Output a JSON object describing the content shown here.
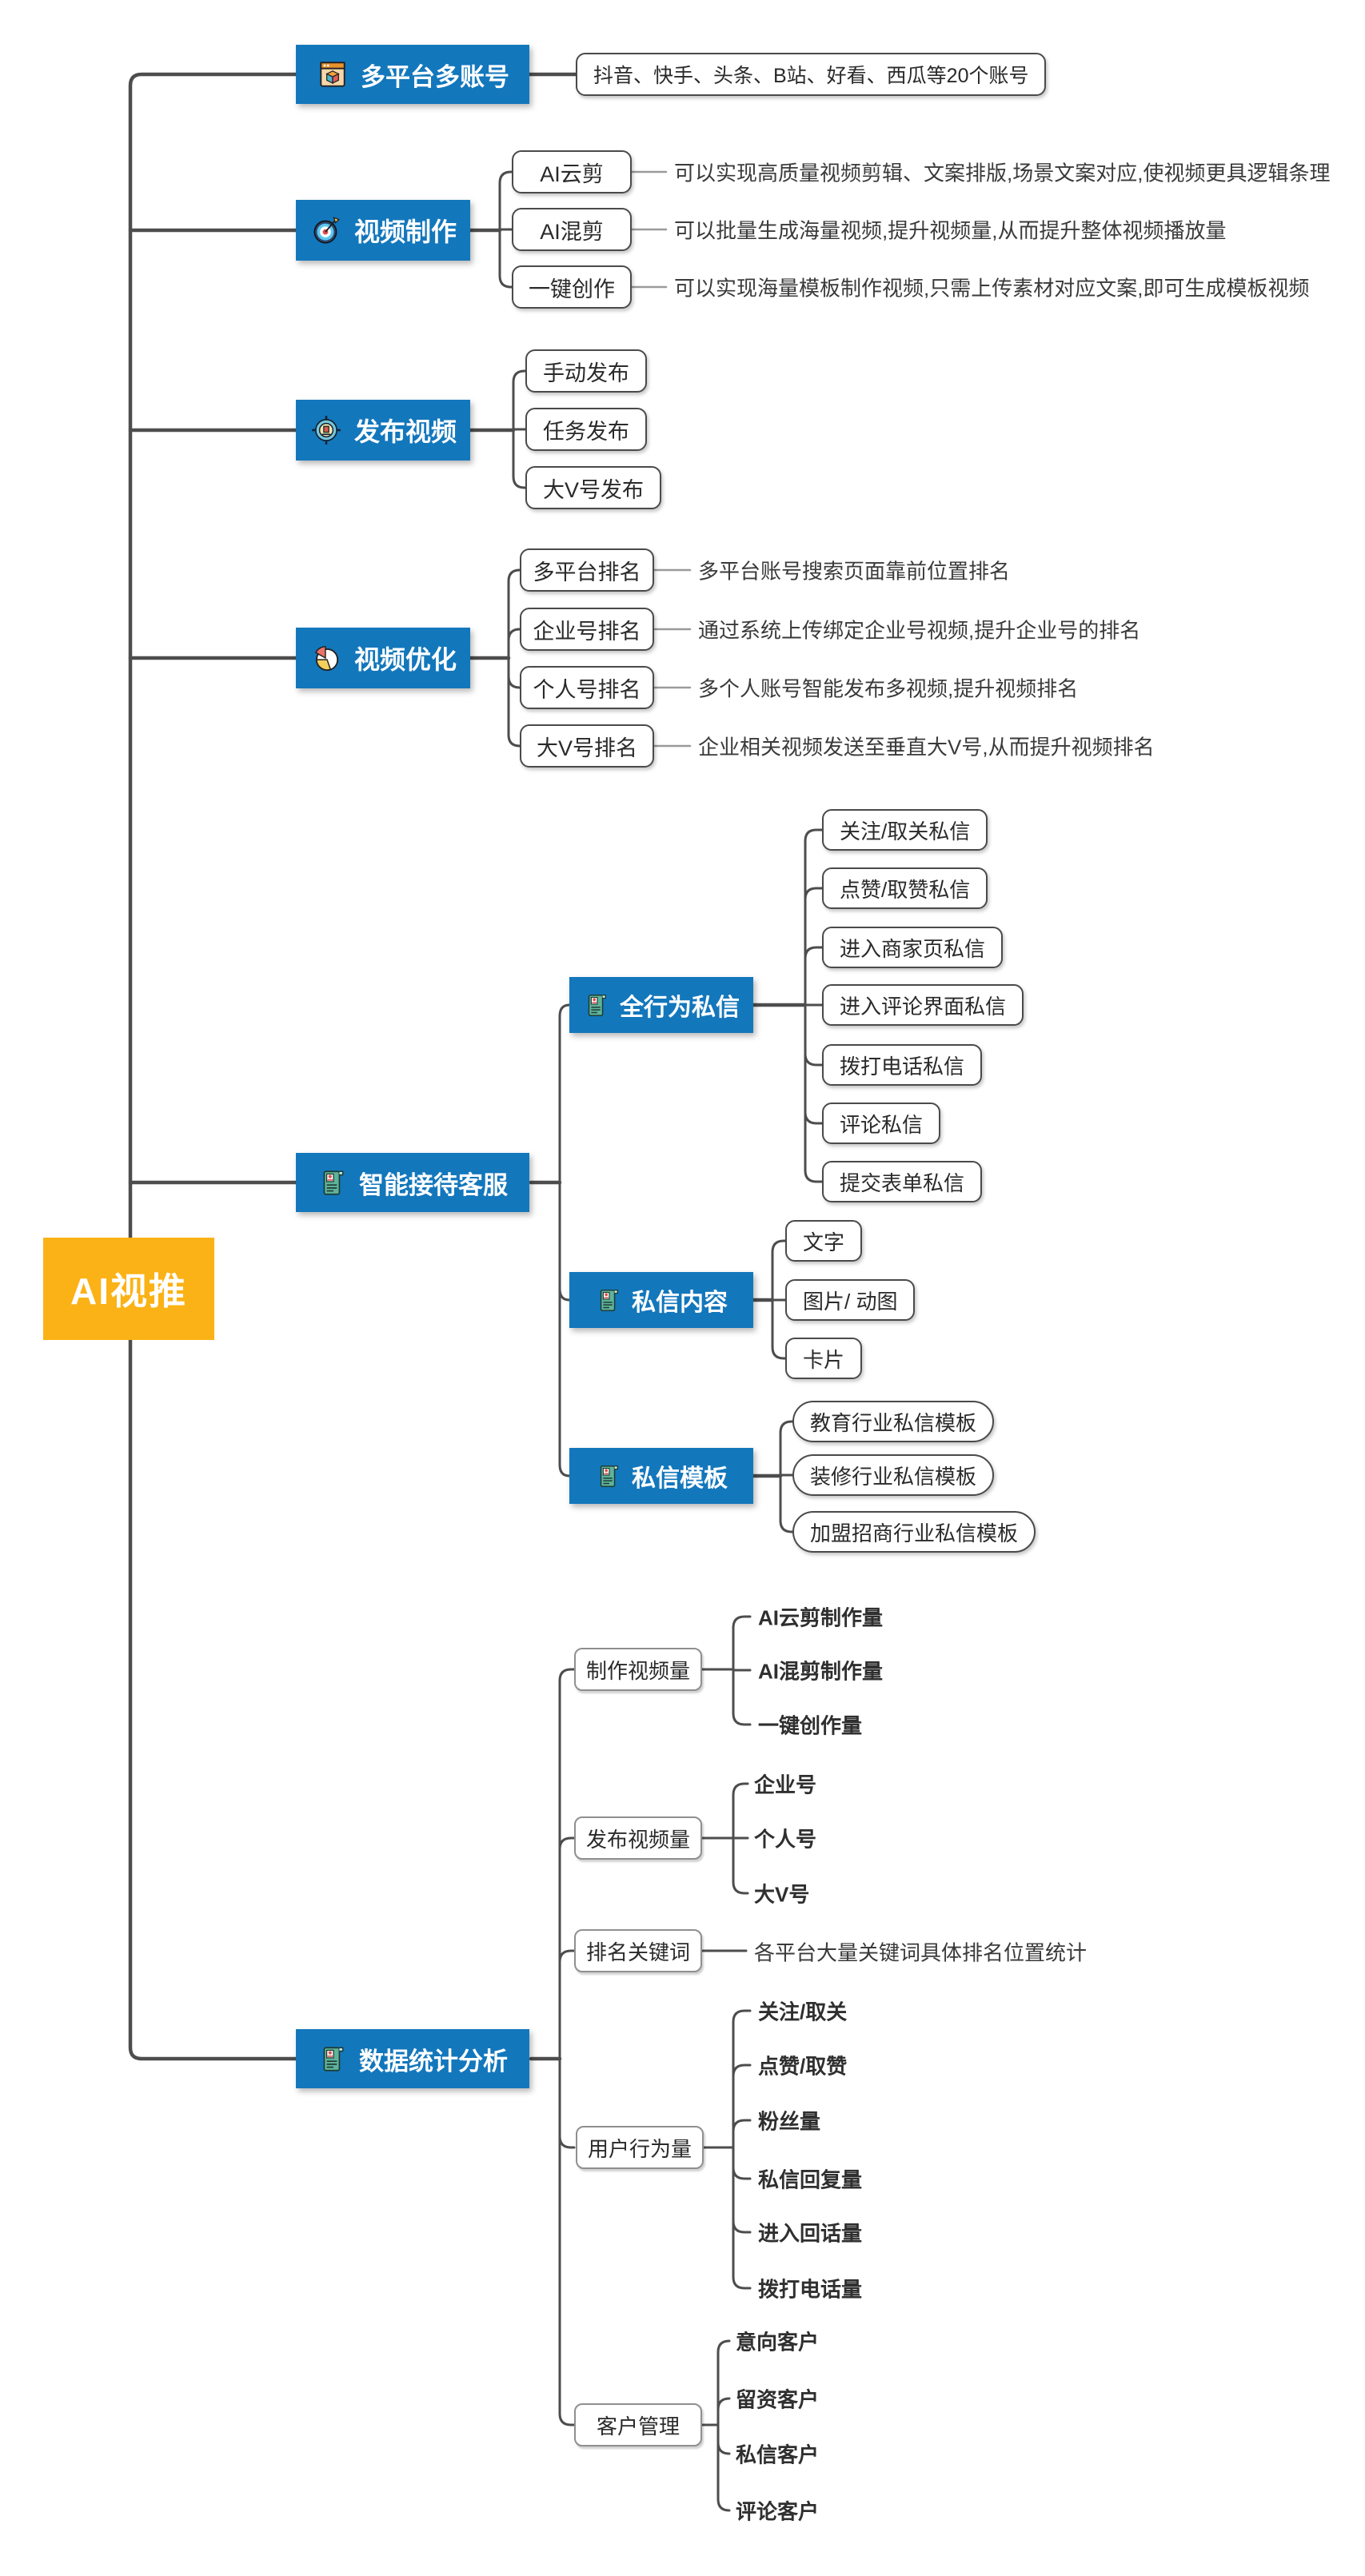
{
  "colors": {
    "node_blue": "#1377BC",
    "root_orange": "#FBB216",
    "line_dark": "#4d4d4d"
  },
  "root": {
    "label": "AI视推"
  },
  "branches": {
    "multi_account": {
      "label": "多平台多账号",
      "icon": "app-cube-icon",
      "child": "抖音、快手、头条、B站、好看、西瓜等20个账号"
    },
    "video_production": {
      "label": "视频制作",
      "icon": "target-icon",
      "items": [
        {
          "label": "AI云剪",
          "desc": "可以实现高质量视频剪辑、文案排版,场景文案对应,使视频更具逻辑条理"
        },
        {
          "label": "AI混剪",
          "desc": "可以批量生成海量视频,提升视频量,从而提升整体视频播放量"
        },
        {
          "label": "一键创作",
          "desc": "可以实现海量模板制作视频,只需上传素材对应文案,即可生成模板视频"
        }
      ]
    },
    "video_publish": {
      "label": "发布视频",
      "icon": "compass-badge-icon",
      "items": [
        {
          "label": "手动发布"
        },
        {
          "label": "任务发布"
        },
        {
          "label": "大V号发布"
        }
      ]
    },
    "video_optimize": {
      "label": "视频优化",
      "icon": "pie-chart-icon",
      "items": [
        {
          "label": "多平台排名",
          "desc": "多平台账号搜索页面靠前位置排名"
        },
        {
          "label": "企业号排名",
          "desc": "通过系统上传绑定企业号视频,提升企业号的排名"
        },
        {
          "label": "个人号排名",
          "desc": "多个人账号智能发布多视频,提升视频排名"
        },
        {
          "label": "大V号排名",
          "desc": "企业相关视频发送至垂直大V号,从而提升视频排名"
        }
      ]
    },
    "smart_service": {
      "label": "智能接待客服",
      "icon": "scroll-icon",
      "groups": [
        {
          "label": "全行为私信",
          "icon": "scroll-icon",
          "items": [
            "关注/取关私信",
            "点赞/取赞私信",
            "进入商家页私信",
            "进入评论界面私信",
            "拨打电话私信",
            "评论私信",
            "提交表单私信"
          ]
        },
        {
          "label": "私信内容",
          "icon": "scroll-icon",
          "items": [
            "文字",
            "图片/ 动图",
            "卡片"
          ]
        },
        {
          "label": "私信模板",
          "icon": "scroll-icon",
          "items": [
            "教育行业私信模板",
            "装修行业私信模板",
            "加盟招商行业私信模板"
          ]
        }
      ]
    },
    "data_analysis": {
      "label": "数据统计分析",
      "icon": "scroll-icon",
      "groups": [
        {
          "label": "制作视频量",
          "items": [
            "AI云剪制作量",
            "AI混剪制作量",
            "一键创作量"
          ]
        },
        {
          "label": "发布视频量",
          "items": [
            "企业号",
            "个人号",
            "大V号"
          ]
        },
        {
          "label": "排名关键词",
          "desc": "各平台大量关键词具体排名位置统计"
        },
        {
          "label": "用户行为量",
          "items": [
            "关注/取关",
            "点赞/取赞",
            "粉丝量",
            "私信回复量",
            "进入回话量",
            "拨打电话量"
          ]
        },
        {
          "label": "客户管理",
          "items": [
            "意向客户",
            "留资客户",
            "私信客户",
            "评论客户"
          ]
        }
      ]
    }
  }
}
